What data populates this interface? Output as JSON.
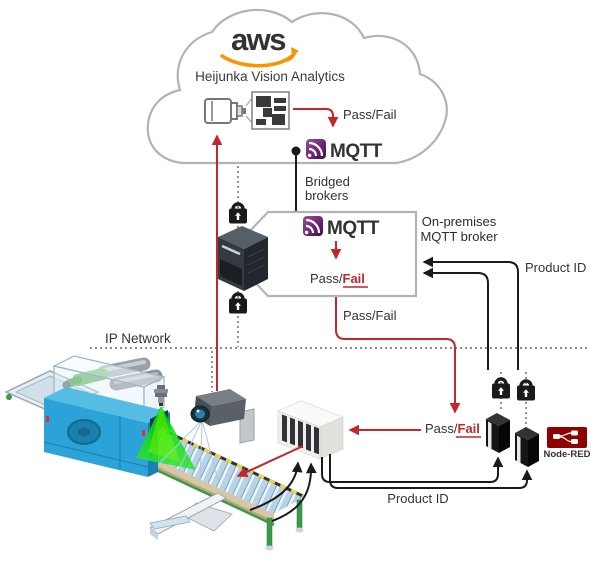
{
  "cloud": {
    "aws_logo": "aws",
    "service_label": "Heijunka Vision Analytics",
    "pass_fail_label": "Pass/Fail",
    "mqtt_label": "MQTT"
  },
  "bridge": {
    "label_line1": "Bridged",
    "label_line2": "brokers"
  },
  "on_prem": {
    "mqtt_label": "MQTT",
    "pass_label": "Pass/",
    "fail_label": "Fail",
    "caption_line1": "On-premises",
    "caption_line2": "MQTT broker"
  },
  "network": {
    "ip_label": "IP Network"
  },
  "flows": {
    "pass_fail_mid": "Pass/Fail",
    "product_id_right": "Product ID",
    "product_id_bottom": "Product ID",
    "plc_pass": "Pass/",
    "plc_fail": "Fail"
  },
  "node_red": {
    "label": "Node-RED"
  },
  "colors": {
    "accent_red": "#c1272d",
    "mqtt_purple": "#5b1f63",
    "node_red_maroon": "#8f0000",
    "aws_orange": "#f79400",
    "aws_dark": "#252f3e",
    "machine_blue": "#2ba3d8",
    "sensor_beam_green": "#00cc00",
    "conveyor_frame_green": "#3a9a4a"
  },
  "icons": {
    "padlock": "encrypted-link-lock",
    "vision_camera": "vision-camera",
    "image_processing": "image-analysis-block",
    "mqtt": "mqtt-broker-logo",
    "server_tower": "on-prem-broker-server",
    "gateway": "iot-gateway-device",
    "plc": "plc-controller",
    "factory_camera": "inspection-camera",
    "sensor": "trigger-sensor",
    "conveyor": "conveyor-belt",
    "machine": "marking-machine",
    "node_red": "node-red-runtime"
  }
}
